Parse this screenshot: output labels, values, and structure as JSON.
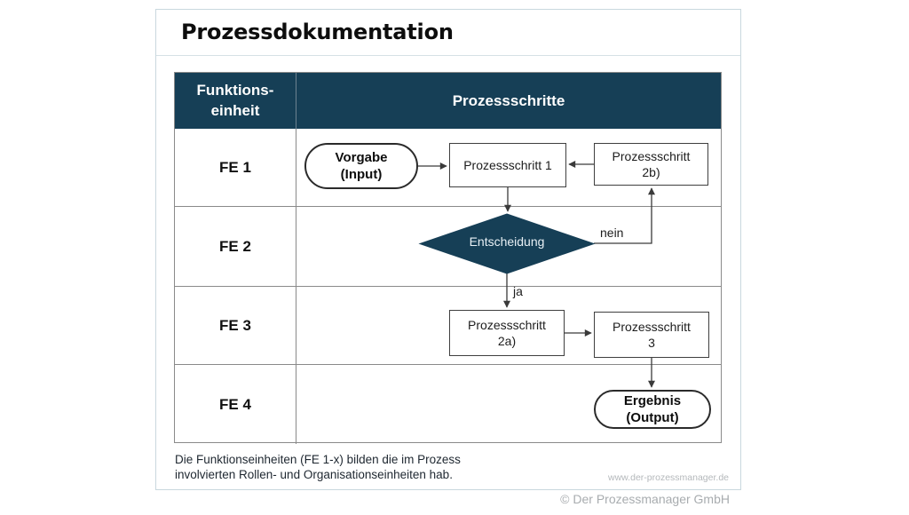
{
  "page": {
    "title": "Prozessdokumentation",
    "footnote_line1": "Die Funktionseinheiten (FE 1-x) bilden die im Prozess",
    "footnote_line2": "involvierten Rollen- und Organisationseinheiten hab.",
    "website": "www.der-prozessmanager.de",
    "copyright": "© Der Prozessmanager GmbH"
  },
  "table": {
    "col1_header_line1": "Funktions-",
    "col1_header_line2": "einheit",
    "col2_header": "Prozessschritte",
    "rows": [
      "FE 1",
      "FE 2",
      "FE 3",
      "FE 4"
    ]
  },
  "flowchart": {
    "input_line1": "Vorgabe",
    "input_line2": "(Input)",
    "step1": "Prozessschritt 1",
    "step2b_line1": "Prozessschritt",
    "step2b_line2": "2b)",
    "decision": "Entscheidung",
    "label_no": "nein",
    "label_yes": "ja",
    "step2a_line1": "Prozessschritt",
    "step2a_line2": "2a)",
    "step3_line1": "Prozessschritt",
    "step3_line2": "3",
    "output_line1": "Ergebnis",
    "output_line2": "(Output)"
  },
  "colors": {
    "header_fill": "#163F56",
    "decision_fill": "#163F56",
    "table_border": "#8a8a8a",
    "card_border": "#c9d8de",
    "connector": "#3a3a3a"
  }
}
